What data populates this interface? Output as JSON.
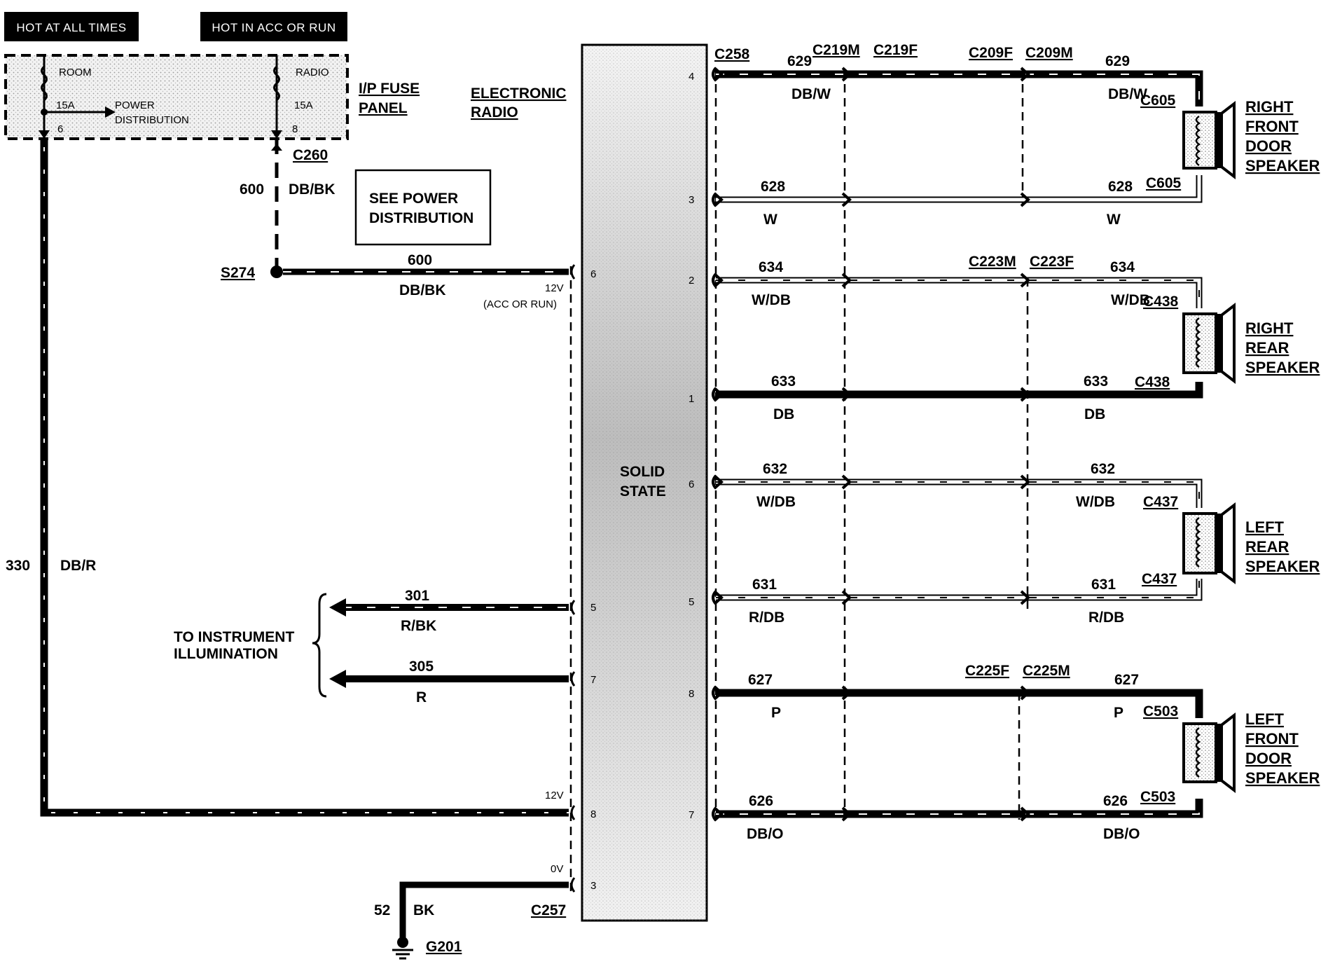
{
  "headers": {
    "hot_at_all_times": "HOT AT ALL TIMES",
    "hot_in_acc_or_run": "HOT IN ACC OR RUN"
  },
  "fuse_panel": {
    "label_line1": "I/P FUSE",
    "label_line2": "PANEL",
    "room": "ROOM",
    "radio": "RADIO",
    "room_amps": "15A",
    "radio_amps": "15A",
    "room_pin": "6",
    "radio_pin": "8",
    "power_dist_line1": "POWER",
    "power_dist_line2": "DISTRIBUTION"
  },
  "left_side": {
    "c260": "C260",
    "w600_num": "600",
    "w600_color": "DB/BK",
    "see_power_line1": "SEE POWER",
    "see_power_line2": "DISTRIBUTION",
    "s274": "S274",
    "h600_num": "600",
    "h600_color": "DB/BK",
    "v12_acc": "12V",
    "acc_or_run": "(ACC OR RUN)",
    "w330_num": "330",
    "w330_color": "DB/R",
    "w301_num": "301",
    "w301_color": "R/BK",
    "w305_num": "305",
    "w305_color": "R",
    "instr_line1": "TO INSTRUMENT",
    "instr_line2": "ILLUMINATION",
    "v12": "12V",
    "v0": "0V",
    "w52_num": "52",
    "w52_color": "BK",
    "c257": "C257",
    "g201": "G201"
  },
  "radio": {
    "label_line1": "ELECTRONIC",
    "label_line2": "RADIO",
    "solid_line1": "SOLID",
    "solid_line2": "STATE",
    "left_pins": [
      "6",
      "5",
      "7",
      "8",
      "3"
    ],
    "right_pins": [
      "4",
      "3",
      "2",
      "1",
      "6",
      "5",
      "8",
      "7"
    ]
  },
  "connectors": {
    "c258": "C258",
    "c219m": "C219M",
    "c219f": "C219F",
    "c209f": "C209F",
    "c209m": "C209M",
    "c223m": "C223M",
    "c223f": "C223F",
    "c225f": "C225F",
    "c225m": "C225M",
    "c605a": "C605",
    "c605b": "C605",
    "c438a": "C438",
    "c438b": "C438",
    "c437a": "C437",
    "c437b": "C437",
    "c503a": "C503",
    "c503b": "C503"
  },
  "wires": [
    {
      "num": "629",
      "color": "DB/W",
      "num_r": "629",
      "color_r": "DB/W"
    },
    {
      "num": "628",
      "color": "W",
      "num_r": "628",
      "color_r": "W"
    },
    {
      "num": "634",
      "color": "W/DB",
      "num_r": "634",
      "color_r": "W/DB"
    },
    {
      "num": "633",
      "color": "DB",
      "num_r": "633",
      "color_r": "DB"
    },
    {
      "num": "632",
      "color": "W/DB",
      "num_r": "632",
      "color_r": "W/DB"
    },
    {
      "num": "631",
      "color": "R/DB",
      "num_r": "631",
      "color_r": "R/DB"
    },
    {
      "num": "627",
      "color": "P",
      "num_r": "627",
      "color_r": "P"
    },
    {
      "num": "626",
      "color": "DB/O",
      "num_r": "626",
      "color_r": "DB/O"
    }
  ],
  "speakers": [
    {
      "lines": [
        "RIGHT",
        "FRONT",
        "DOOR",
        "SPEAKER"
      ]
    },
    {
      "lines": [
        "RIGHT",
        "REAR",
        "SPEAKER"
      ]
    },
    {
      "lines": [
        "LEFT",
        "REAR",
        "SPEAKER"
      ]
    },
    {
      "lines": [
        "LEFT",
        "FRONT",
        "DOOR",
        "SPEAKER"
      ]
    }
  ]
}
